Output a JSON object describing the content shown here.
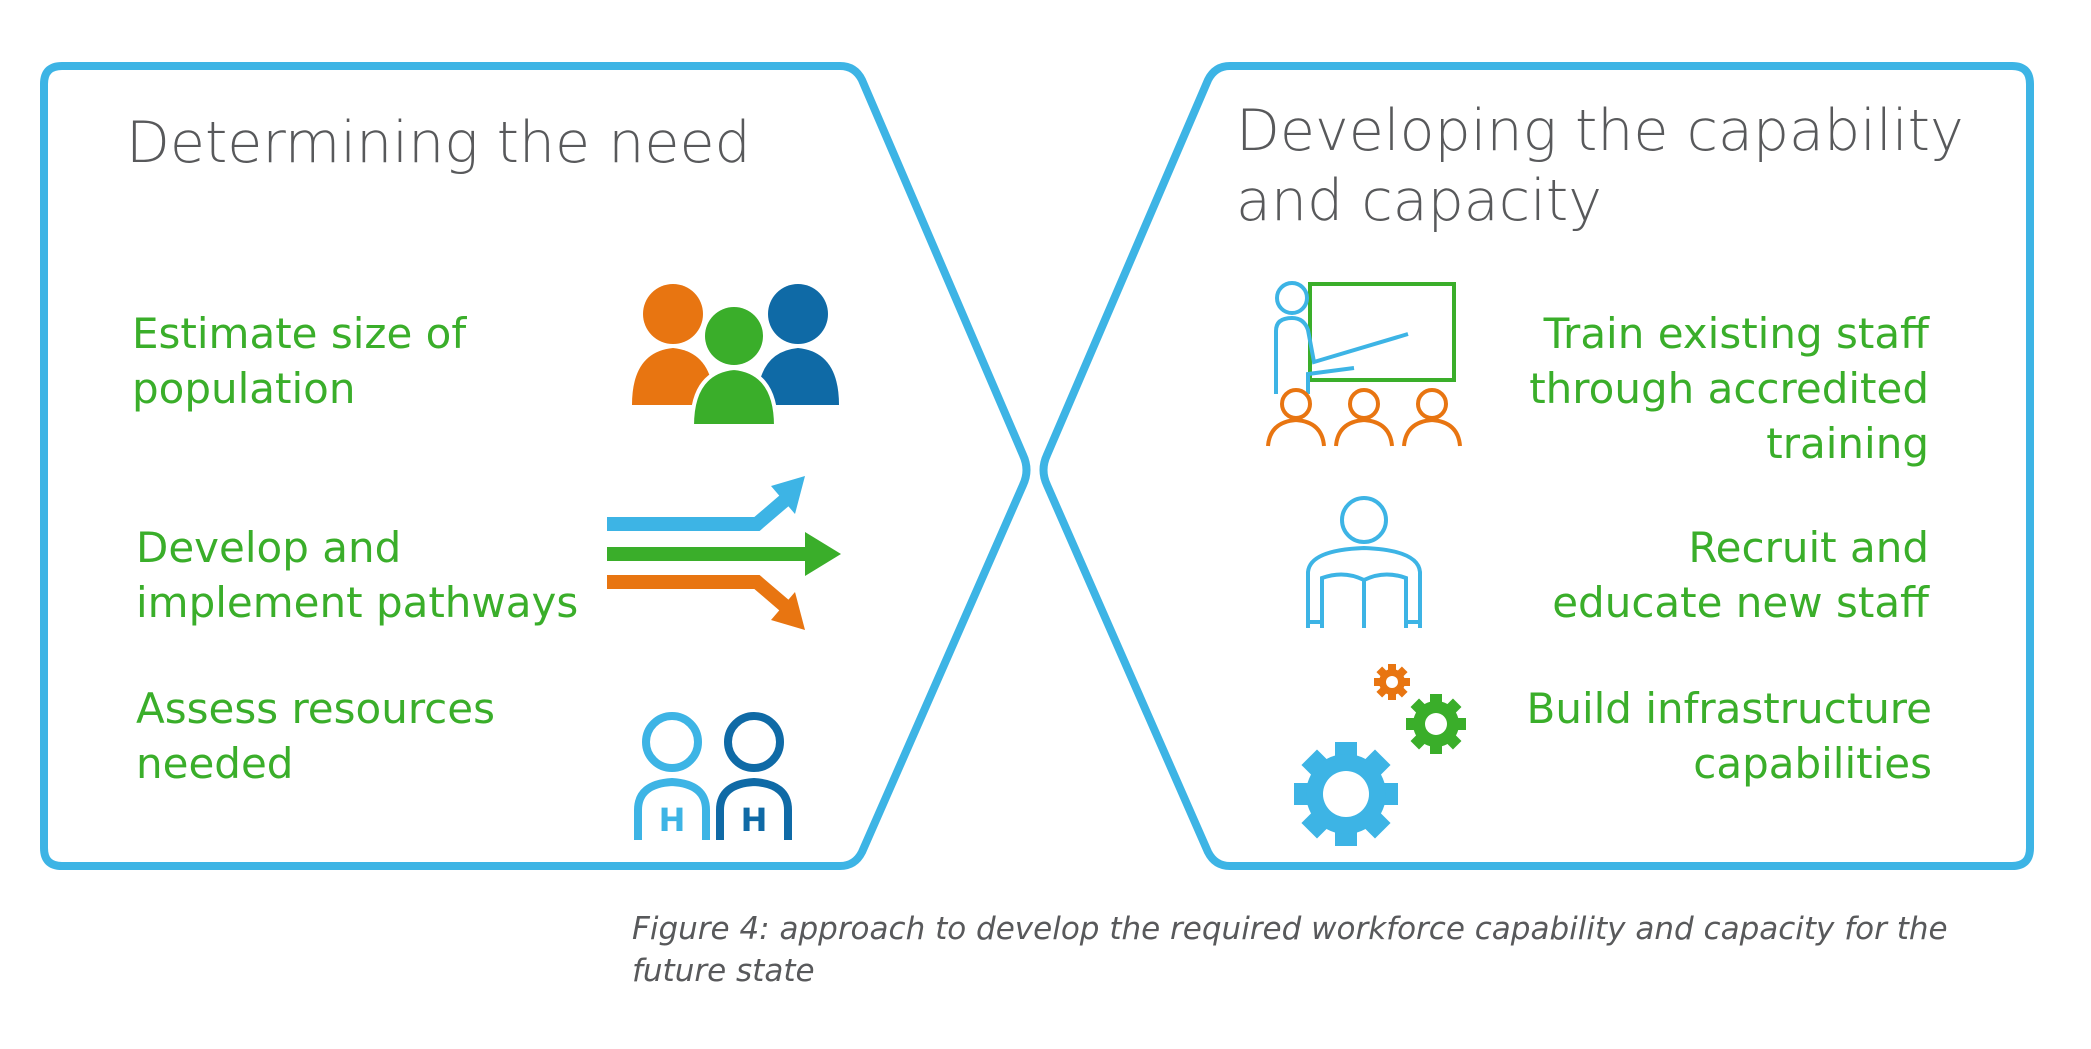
{
  "left_panel": {
    "title": "Determining the need",
    "items": [
      {
        "lines": [
          "Estimate size of",
          "population"
        ],
        "icon": "people-group-icon"
      },
      {
        "lines": [
          "Develop and",
          "implement pathways"
        ],
        "icon": "pathway-arrows-icon"
      },
      {
        "lines": [
          "Assess resources",
          "needed"
        ],
        "icon": "health-workers-icon"
      }
    ]
  },
  "right_panel": {
    "title_lines": [
      "Developing the capability",
      "and capacity"
    ],
    "items": [
      {
        "lines": [
          "Train existing staff",
          "through accredited",
          "training"
        ],
        "icon": "classroom-training-icon"
      },
      {
        "lines": [
          "Recruit and",
          "educate new staff"
        ],
        "icon": "reading-person-icon"
      },
      {
        "lines": [
          "Build infrastructure",
          "capabilities"
        ],
        "icon": "gears-icon"
      }
    ]
  },
  "caption": {
    "lines": [
      "Figure 4: approach to develop the required workforce capability and capacity for the",
      "future state"
    ]
  },
  "colors": {
    "frame": "#3db4e5",
    "title": "#58595b",
    "item_text": "#3aae2a",
    "orange": "#e87511",
    "green": "#3aae2a",
    "dark_blue": "#0f6aa6",
    "light_blue": "#3db4e5"
  }
}
